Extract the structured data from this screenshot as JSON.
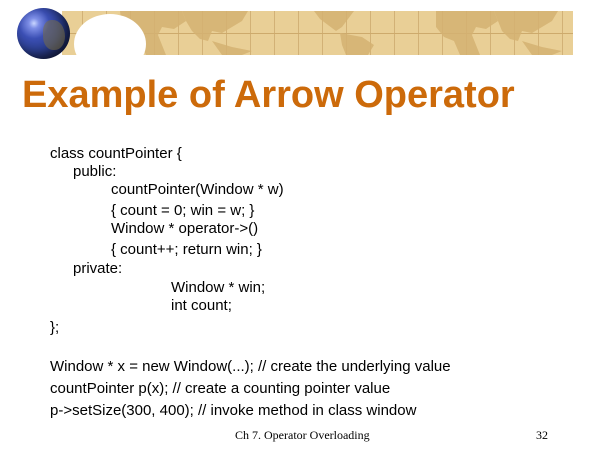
{
  "slide": {
    "title": "Example of Arrow Operator",
    "title_color": "#CC6A0A",
    "banner": {
      "decoration": "world-map-banner",
      "logo": "globe-icon",
      "color": "#E9CF96"
    },
    "code_block": [
      {
        "text": "class countPointer {",
        "indent": 50
      },
      {
        "text": "public:",
        "indent": 73
      },
      {
        "text": "countPointer(Window * w)",
        "indent": 111
      },
      {
        "text": "{ count = 0; win = w; }",
        "indent": 111
      },
      {
        "text": "Window * operator->()",
        "indent": 111
      },
      {
        "text": "{ count++; return win; }",
        "indent": 111
      },
      {
        "text": "private:",
        "indent": 73
      },
      {
        "text": "Window * win;",
        "indent": 171
      },
      {
        "text": "int count;",
        "indent": 171
      },
      {
        "text": "};",
        "indent": 50
      }
    ],
    "usage_block": [
      {
        "text": "Window * x = new Window(...); // create the underlying value"
      },
      {
        "text": "countPointer p(x); // create a counting pointer value"
      },
      {
        "text": "p->setSize(300, 400); // invoke method in class window"
      }
    ],
    "footer": {
      "chapter": "Ch 7. Operator Overloading",
      "page_number": "32"
    }
  }
}
